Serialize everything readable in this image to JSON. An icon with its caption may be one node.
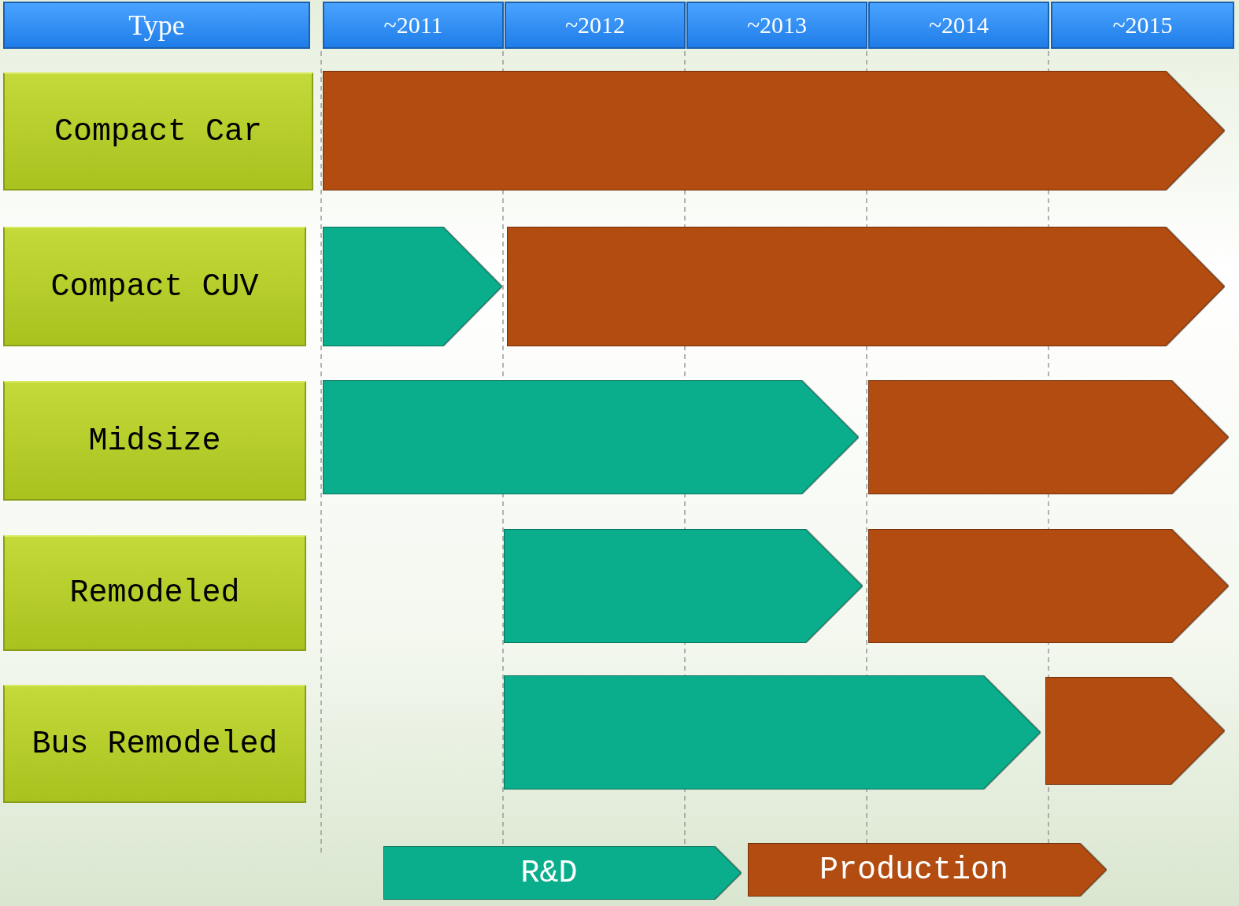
{
  "diagram": {
    "nodes": [
      {
        "text": [
          "Type"
        ]
      },
      {
        "text": [
          "~2011"
        ]
      },
      {
        "text": [
          "~2012"
        ]
      },
      {
        "text": [
          "~2013"
        ]
      },
      {
        "text": [
          "~2014"
        ]
      },
      {
        "text": [
          "~2015"
        ]
      },
      {
        "text": [
          "Compact Car"
        ]
      },
      {
        "text": [
          "Compact CUV"
        ]
      },
      {
        "text": [
          "Midsize"
        ]
      },
      {
        "text": [
          "Remodeled"
        ]
      },
      {
        "text": [
          "Bus Remodeled"
        ]
      },
      {
        "text": [],
        "shape": "bar"
      },
      {
        "text": [],
        "shape": "bar"
      },
      {
        "text": [],
        "shape": "bar"
      },
      {
        "text": [],
        "shape": "bar"
      },
      {
        "text": [],
        "shape": "bar"
      },
      {
        "text": [],
        "shape": "bar"
      },
      {
        "text": [],
        "shape": "bar"
      },
      {
        "text": [],
        "shape": "bar"
      },
      {
        "text": [],
        "shape": "bar"
      }
    ],
    "edges": [],
    "legend": [
      {
        "text": "R&D",
        "color": "#0aae8c"
      },
      {
        "text": "Production",
        "color": "#b34c10"
      }
    ]
  }
}
